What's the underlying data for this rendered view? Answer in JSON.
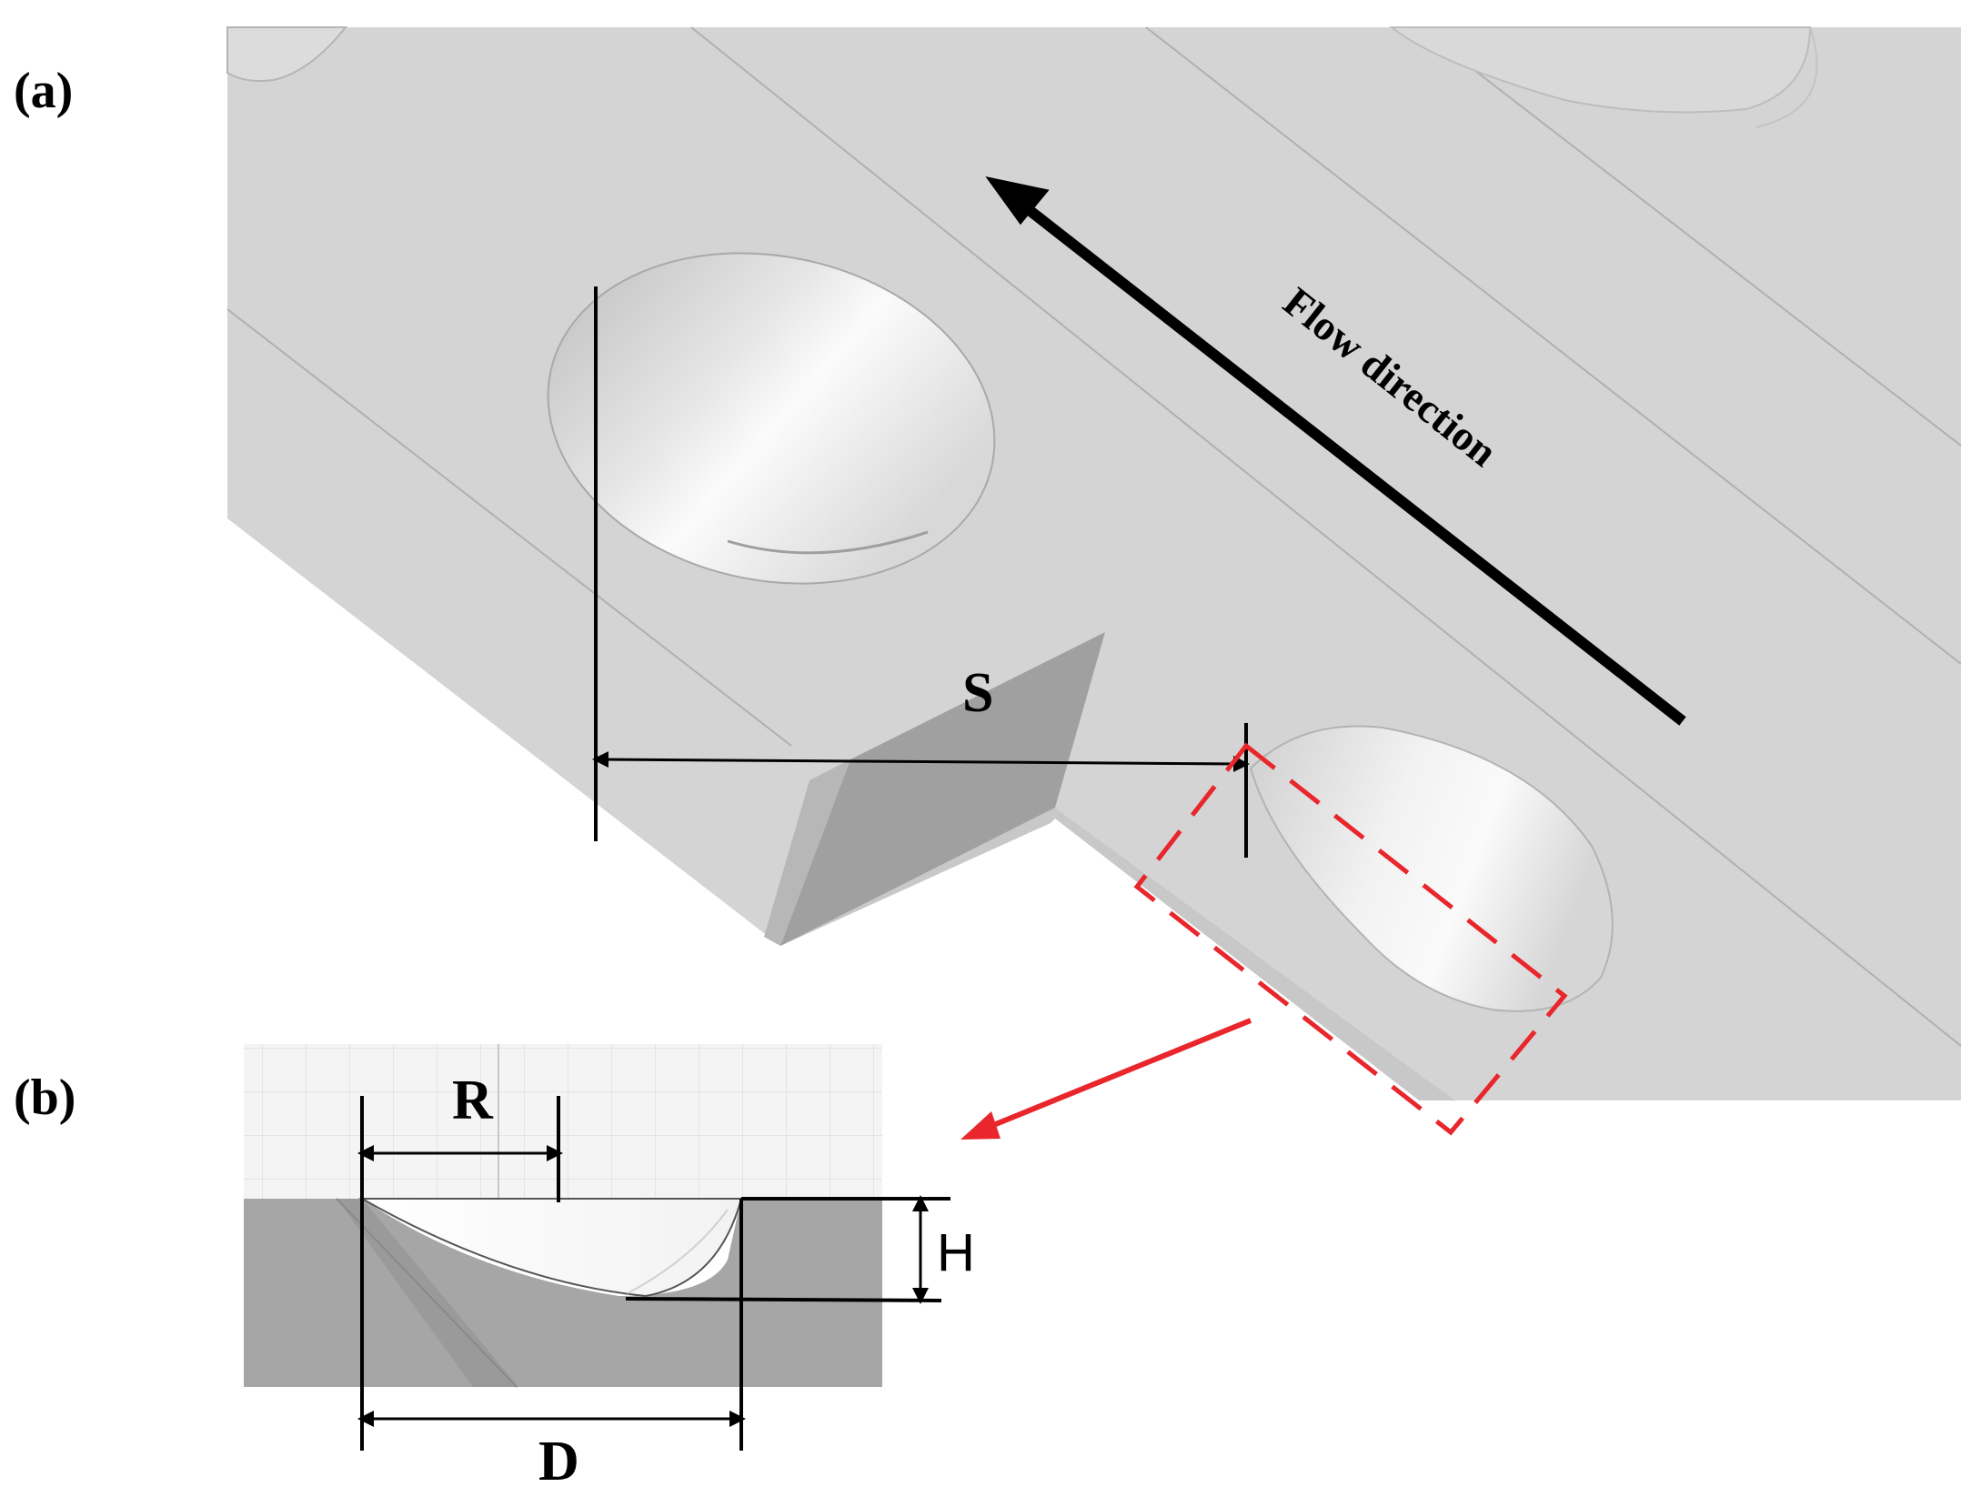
{
  "panels": {
    "a": {
      "label": "(a)"
    },
    "b": {
      "label": "(b)"
    }
  },
  "annotations": {
    "flow": "Flow direction",
    "spacing": "S",
    "radius": "R",
    "depth": "H",
    "diameter": "D"
  },
  "colors": {
    "plate_top": "#d4d4d4",
    "plate_side": "#c6c6c6",
    "step_face": "#a0a0a0",
    "section_fill": "#a6a6a6",
    "grid_background": "#f3f3f3",
    "highlight_box": "#e8262c",
    "dimension_lines": "#000000"
  }
}
